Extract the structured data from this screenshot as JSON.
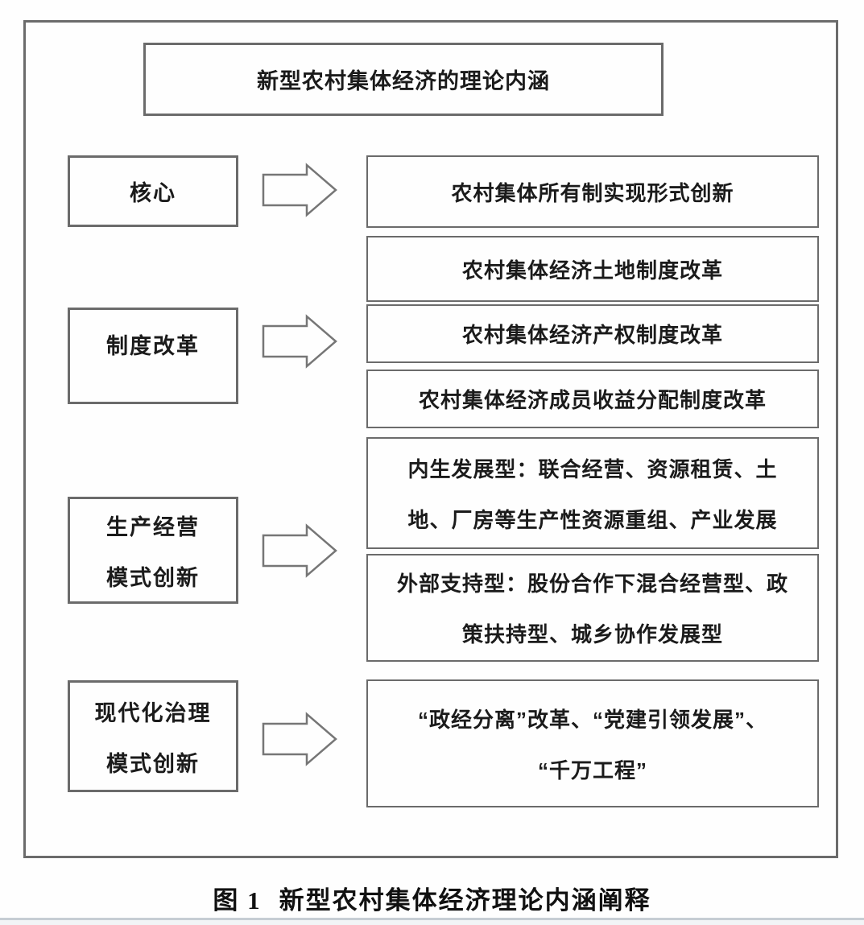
{
  "figure": {
    "title": "新型农村集体经济的理论内涵",
    "caption_label": "图 1",
    "caption_text": "新型农村集体经济理论内涵阐释",
    "colors": {
      "border_gray": "#6b6b6b",
      "text_black": "#1b1b1b",
      "bottom_rule": "#c6cdd4"
    },
    "arrow_icon": "hollow-right-block-arrow",
    "groups": [
      {
        "label_lines": [
          "核心"
        ],
        "items": [
          {
            "lines": [
              "农村集体所有制实现形式创新"
            ]
          }
        ]
      },
      {
        "label_lines": [
          "制度改革"
        ],
        "items": [
          {
            "lines": [
              "农村集体经济土地制度改革"
            ]
          },
          {
            "lines": [
              "农村集体经济产权制度改革"
            ]
          },
          {
            "lines": [
              "农村集体经济成员收益分配制度改革"
            ]
          }
        ]
      },
      {
        "label_lines": [
          "生产经营",
          "模式创新"
        ],
        "items": [
          {
            "lines": [
              "内生发展型：联合经营、资源租赁、土",
              "地、厂房等生产性资源重组、产业发展"
            ]
          },
          {
            "lines": [
              "外部支持型：股份合作下混合经营型、政",
              "策扶持型、城乡协作发展型"
            ]
          }
        ]
      },
      {
        "label_lines": [
          "现代化治理",
          "模式创新"
        ],
        "items": [
          {
            "lines": [
              "“政经分离”改革、“党建引领发展”、",
              "“千万工程”"
            ]
          }
        ]
      }
    ]
  }
}
